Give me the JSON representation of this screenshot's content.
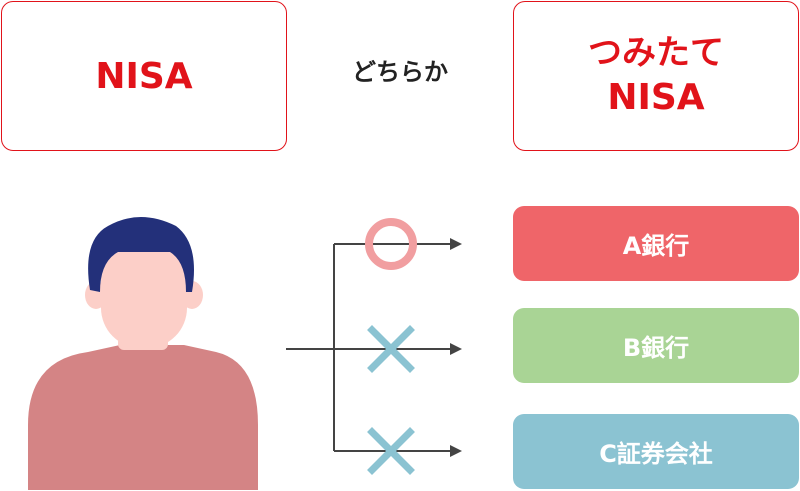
{
  "options": {
    "left_label": "NISA",
    "connector_label": "どちらか",
    "right_label_line1": "つみたて",
    "right_label_line2": "NISA"
  },
  "institutions": [
    {
      "label": "A銀行",
      "mark": "circle-ok",
      "color": "#ef6569"
    },
    {
      "label": "B銀行",
      "mark": "cross",
      "color": "#a9d495"
    },
    {
      "label": "C証券会社",
      "mark": "cross",
      "color": "#8bc3d2"
    }
  ],
  "colors": {
    "accent": "#e1131a",
    "person_hair": "#23307a",
    "person_skin": "#fccfc8",
    "person_shirt": "#d48485",
    "ok_mark": "#f19ea0",
    "cross_mark": "#8bc3d2",
    "line": "#444444"
  }
}
